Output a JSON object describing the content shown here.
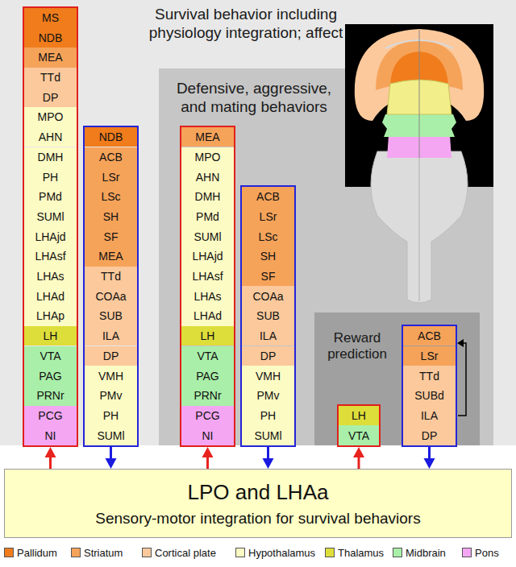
{
  "diagram": {
    "nodes": [
      {
        "text": [
          "Survival behavior including physiology integration; affect"
        ]
      },
      {
        "text": [
          "MS"
        ],
        "in": 0
      },
      {
        "text": [
          "NDB"
        ],
        "in": 0
      },
      {
        "text": [
          "MEA"
        ],
        "in": 0
      },
      {
        "text": [
          "TTd"
        ],
        "in": 0
      },
      {
        "text": [
          "DP"
        ],
        "in": 0
      },
      {
        "text": [
          "MPO"
        ],
        "in": 0
      },
      {
        "text": [
          "AHN"
        ],
        "in": 0
      },
      {
        "text": [
          "DMH"
        ],
        "in": 0
      },
      {
        "text": [
          "PH"
        ],
        "in": 0
      },
      {
        "text": [
          "PMd"
        ],
        "in": 0
      },
      {
        "text": [
          "SUMl"
        ],
        "in": 0
      },
      {
        "text": [
          "LHAjd"
        ],
        "in": 0
      },
      {
        "text": [
          "LHAsf"
        ],
        "in": 0
      },
      {
        "text": [
          "LHAs"
        ],
        "in": 0
      },
      {
        "text": [
          "LHAd"
        ],
        "in": 0
      },
      {
        "text": [
          "LHAp"
        ],
        "in": 0
      },
      {
        "text": [
          "LH"
        ],
        "in": 0
      },
      {
        "text": [
          "VTA"
        ],
        "in": 0
      },
      {
        "text": [
          "PAG"
        ],
        "in": 0
      },
      {
        "text": [
          "PRNr"
        ],
        "in": 0
      },
      {
        "text": [
          "PCG"
        ],
        "in": 0
      },
      {
        "text": [
          "NI"
        ],
        "in": 0
      },
      {
        "text": [
          "NDB"
        ],
        "in": 0
      },
      {
        "text": [
          "ACB"
        ],
        "in": 0
      },
      {
        "text": [
          "LSr"
        ],
        "in": 0
      },
      {
        "text": [
          "LSc"
        ],
        "in": 0
      },
      {
        "text": [
          "SH"
        ],
        "in": 0
      },
      {
        "text": [
          "SF"
        ],
        "in": 0
      },
      {
        "text": [
          "MEA"
        ],
        "in": 0
      },
      {
        "text": [
          "TTd"
        ],
        "in": 0
      },
      {
        "text": [
          "COAa"
        ],
        "in": 0
      },
      {
        "text": [
          "SUB"
        ],
        "in": 0
      },
      {
        "text": [
          "ILA"
        ],
        "in": 0
      },
      {
        "text": [
          "DP"
        ],
        "in": 0
      },
      {
        "text": [
          "VMH"
        ],
        "in": 0
      },
      {
        "text": [
          "PMv"
        ],
        "in": 0
      },
      {
        "text": [
          "PH"
        ],
        "in": 0
      },
      {
        "text": [
          "SUMl"
        ],
        "in": 0
      },
      {
        "text": [
          "Defensive, aggressive, and mating behaviors"
        ],
        "in": 0
      },
      {
        "text": [
          "MEA"
        ],
        "in": 39
      },
      {
        "text": [
          "MPO"
        ],
        "in": 39
      },
      {
        "text": [
          "AHN"
        ],
        "in": 39
      },
      {
        "text": [
          "DMH"
        ],
        "in": 39
      },
      {
        "text": [
          "PMd"
        ],
        "in": 39
      },
      {
        "text": [
          "SUMl"
        ],
        "in": 39
      },
      {
        "text": [
          "LHAjd"
        ],
        "in": 39
      },
      {
        "text": [
          "LHAsf"
        ],
        "in": 39
      },
      {
        "text": [
          "LHAs"
        ],
        "in": 39
      },
      {
        "text": [
          "LHAd"
        ],
        "in": 39
      },
      {
        "text": [
          "LH"
        ],
        "in": 39
      },
      {
        "text": [
          "VTA"
        ],
        "in": 39
      },
      {
        "text": [
          "PAG"
        ],
        "in": 39
      },
      {
        "text": [
          "PRNr"
        ],
        "in": 39
      },
      {
        "text": [
          "PCG"
        ],
        "in": 39
      },
      {
        "text": [
          "NI"
        ],
        "in": 39
      },
      {
        "text": [
          "ACB"
        ],
        "in": 39
      },
      {
        "text": [
          "LSr"
        ],
        "in": 39
      },
      {
        "text": [
          "LSc"
        ],
        "in": 39
      },
      {
        "text": [
          "SH"
        ],
        "in": 39
      },
      {
        "text": [
          "SF"
        ],
        "in": 39
      },
      {
        "text": [
          "COAa"
        ],
        "in": 39
      },
      {
        "text": [
          "SUB"
        ],
        "in": 39
      },
      {
        "text": [
          "ILA"
        ],
        "in": 39
      },
      {
        "text": [
          "DP"
        ],
        "in": 39
      },
      {
        "text": [
          "VMH"
        ],
        "in": 39
      },
      {
        "text": [
          "PMv"
        ],
        "in": 39
      },
      {
        "text": [
          "PH"
        ],
        "in": 39
      },
      {
        "text": [
          "SUMl"
        ],
        "in": 39
      },
      {
        "text": [
          "Reward prediction"
        ],
        "in": 39
      },
      {
        "text": [
          "LH"
        ],
        "in": 69
      },
      {
        "text": [
          "VTA"
        ],
        "in": 69
      },
      {
        "text": [
          "ACB"
        ],
        "in": 69
      },
      {
        "text": [
          "LSr"
        ],
        "in": 69
      },
      {
        "text": [
          "TTd"
        ],
        "in": 69
      },
      {
        "text": [
          "SUBd"
        ],
        "in": 69
      },
      {
        "text": [
          "ILA"
        ],
        "in": 69
      },
      {
        "text": [
          "DP"
        ],
        "in": 69
      },
      {
        "text": [
          "LPO and LHAa",
          "Sensory-motor integration for survival behaviors"
        ]
      }
    ],
    "edges": [
      {
        "from": 78,
        "to": 22,
        "arrow": "to"
      },
      {
        "from": 38,
        "to": 78,
        "arrow": "to"
      },
      {
        "from": 78,
        "to": 55,
        "arrow": "to"
      },
      {
        "from": 68,
        "to": 78,
        "arrow": "to"
      },
      {
        "from": 78,
        "to": 71,
        "arrow": "to"
      },
      {
        "from": 77,
        "to": 78,
        "arrow": "to"
      }
    ],
    "legend": [
      {
        "text": "Pallidum",
        "color": "#f07c1c"
      },
      {
        "text": "Striatum",
        "color": "#f6a35a"
      },
      {
        "text": "Cortical plate",
        "color": "#fbc99c"
      },
      {
        "text": "Hypothalamus",
        "color": "#fdfbc4"
      },
      {
        "text": "Thalamus",
        "color": "#dede3a"
      },
      {
        "text": "Midbrain",
        "color": "#a9efa9"
      },
      {
        "text": "Pons",
        "color": "#f4a6f2"
      }
    ]
  }
}
